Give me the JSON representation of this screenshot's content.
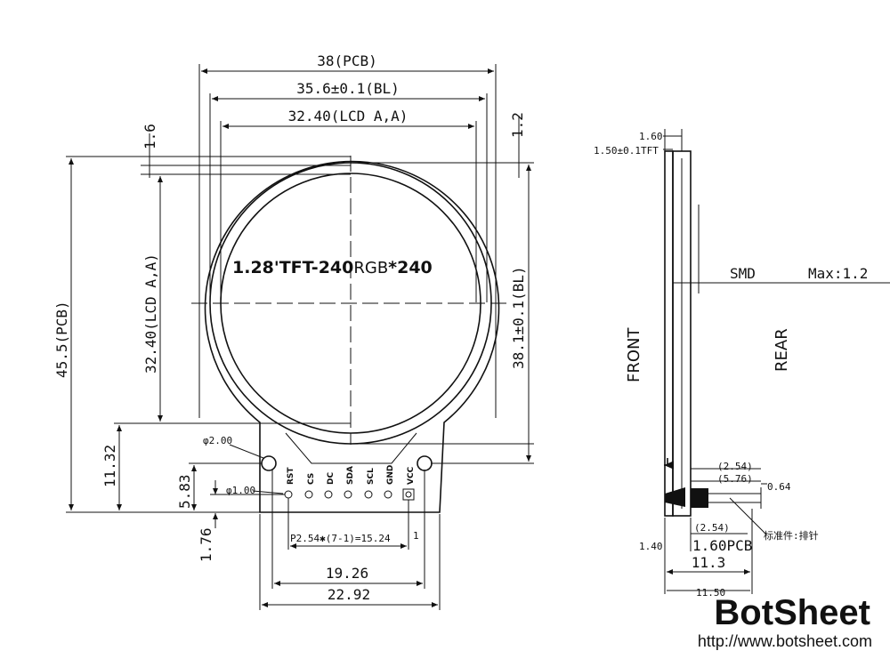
{
  "dims": {
    "pcb_w": "38(PCB)",
    "bl_w": "35.6±0.1(BL)",
    "lcd_w": "32.40(LCD A,A)",
    "gap_top": "1.6",
    "gap_right": "1.2",
    "pcb_h": "45.5(PCB)",
    "lcd_h": "32.40(LCD A,A)",
    "bl_h": "38.1±0.1(BL)",
    "tab_h": "11.32",
    "pin_row": "5.83",
    "pin_bottom": "1.76",
    "mount_hole": "φ2.00",
    "pin_hole": "φ1.00",
    "pitch": "P2.54✱(7-1)=15.24",
    "hole_span": "19.26",
    "tab_w": "22.92",
    "one": "1"
  },
  "title": {
    "main_a": "1.28'TFT-240",
    "rgb": "RGB",
    "main_b": "*240"
  },
  "pins": [
    "RST",
    "CS",
    "DC",
    "SDA",
    "SCL",
    "GND",
    "VCC"
  ],
  "side": {
    "d160": "1.60",
    "tft": "1.50±0.1TFT",
    "smd": "SMD",
    "max": "Max:1.2",
    "front": "FRONT",
    "rear": "REAR",
    "p254a": "(2.54)",
    "p576": "(5.76)",
    "p064": "0.64",
    "p254b": "(2.54)",
    "header": "标准件:排针",
    "d140": "1.40",
    "pcb": "1.60PCB",
    "d113": "11.3",
    "d1150": "11.50"
  },
  "brand": {
    "name": "BotSheet",
    "url": "http://www.botsheet.com"
  }
}
